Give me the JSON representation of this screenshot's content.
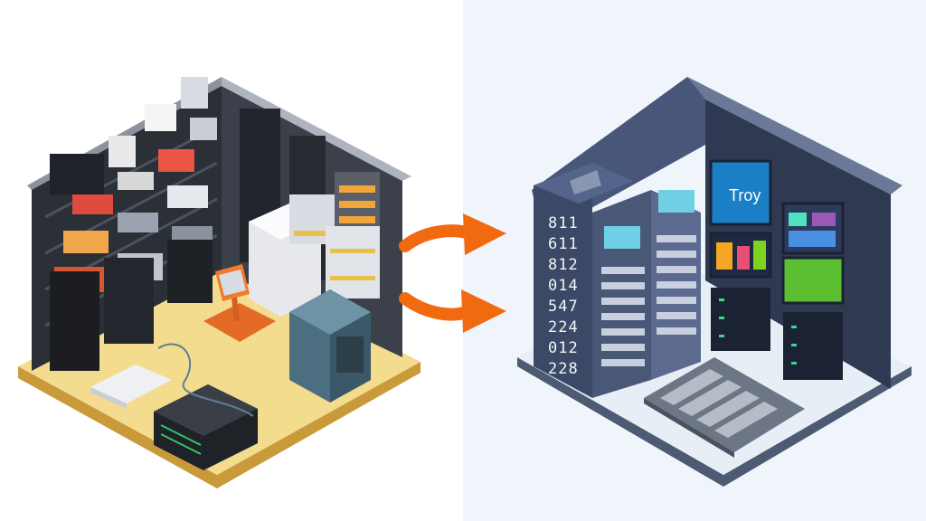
{
  "scene": {
    "left_panel": {
      "theme": "cluttered server closet",
      "floor_color": "#f4dc8f",
      "wall_color": "#2b2f36"
    },
    "right_panel": {
      "theme": "organized modern data center",
      "floor_color": "#e8eef6",
      "wall_color": "#3d4a68"
    },
    "arrows": {
      "count": 2,
      "color": "#f26a10",
      "direction": "left-to-right"
    }
  },
  "rack_numbers": [
    "811",
    "611",
    "812",
    "014",
    "547",
    "224",
    "012",
    "228"
  ],
  "screen_text": "Troy",
  "icons": [
    "server-rack-icon",
    "printer-icon",
    "laptop-icon",
    "keyboard-icon",
    "monitor-icon",
    "arrow-right-icon"
  ]
}
